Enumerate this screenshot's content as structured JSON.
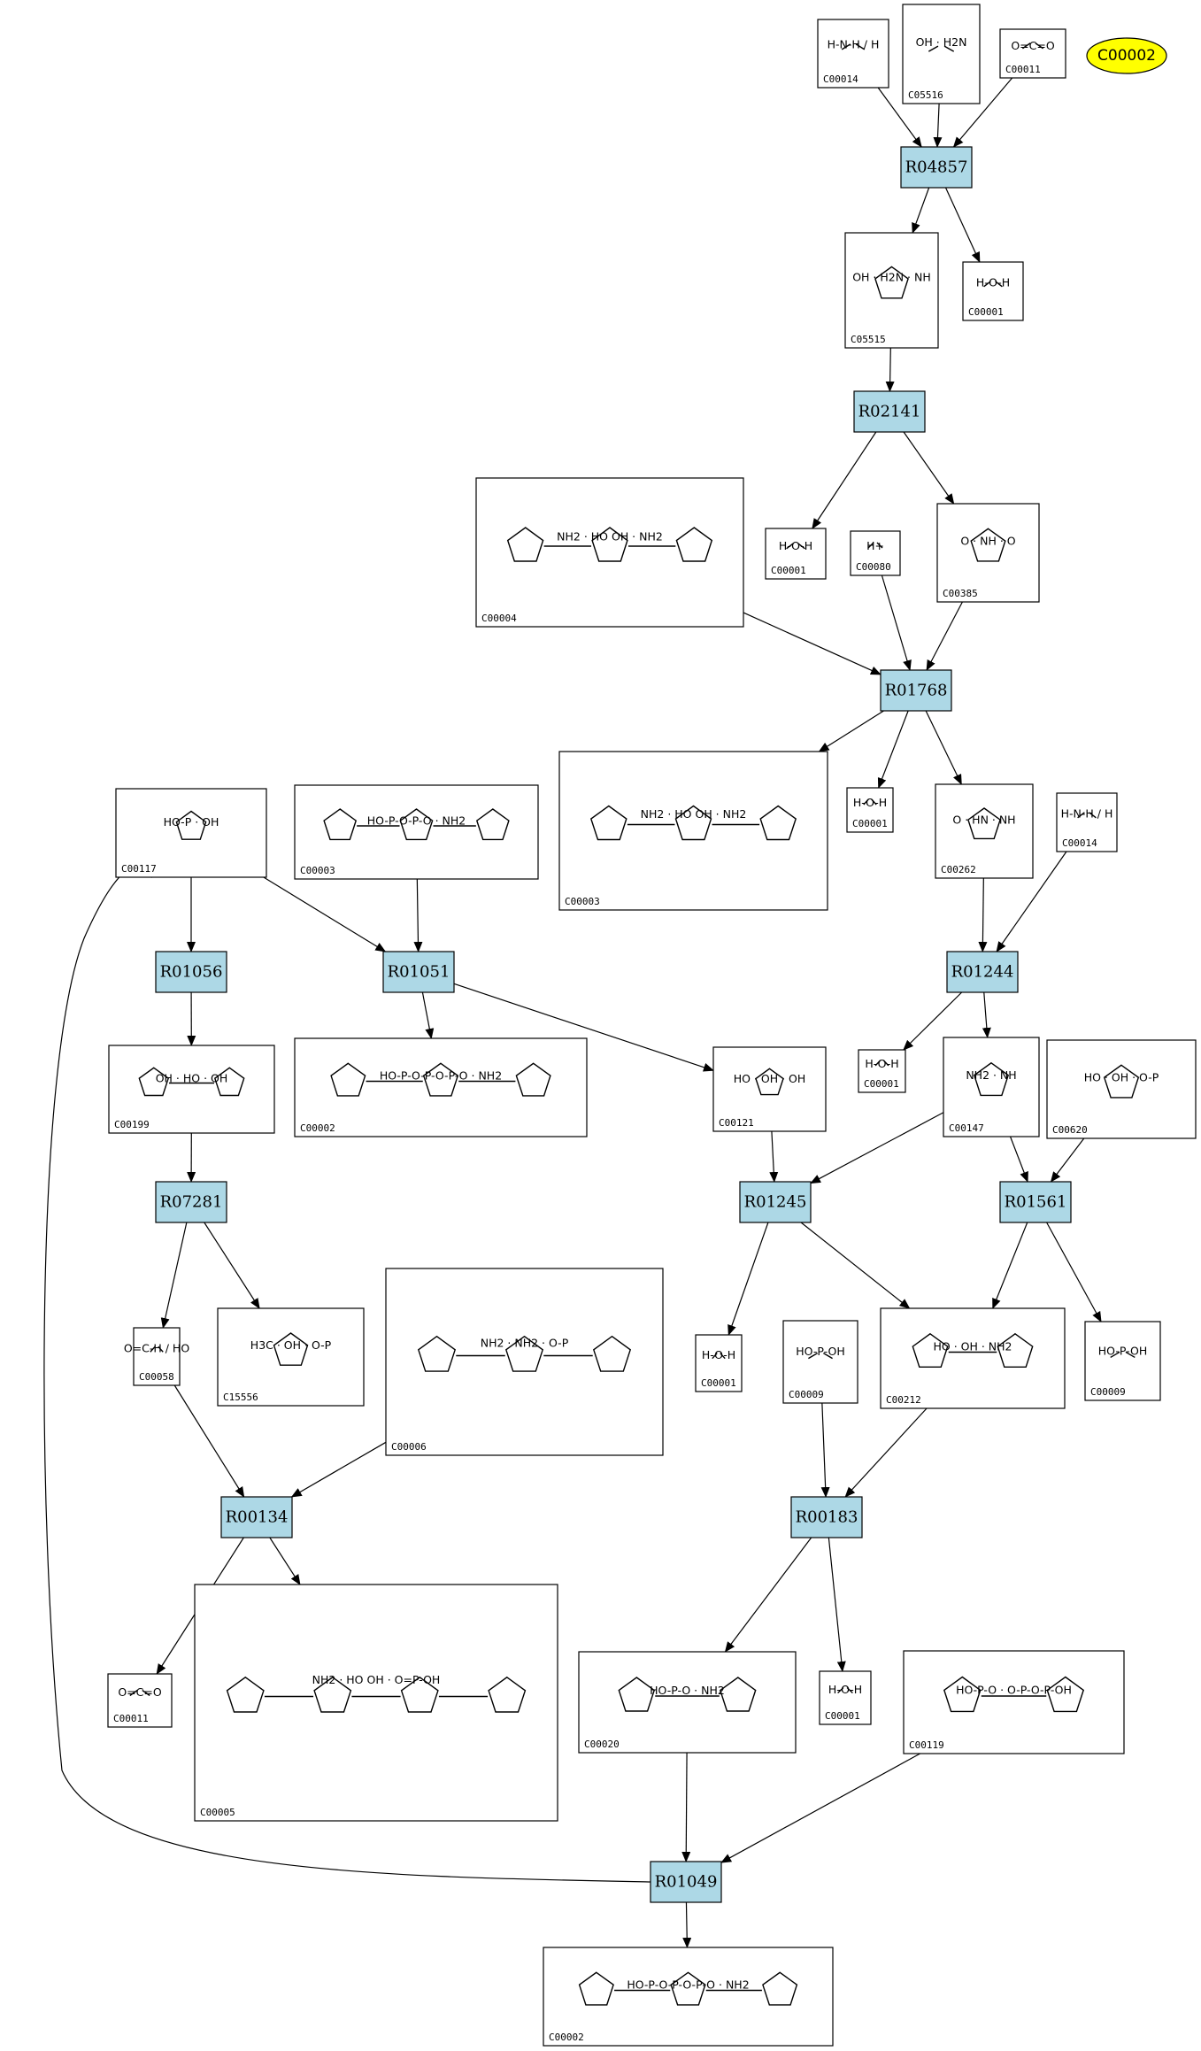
{
  "highlight": {
    "label": "C00002",
    "color": "#ffff00"
  },
  "colors": {
    "reaction_fill": "#add8e6",
    "edge": "#000000"
  },
  "reactions": [
    "R04857",
    "R02141",
    "R01768",
    "R01244",
    "R01056",
    "R01051",
    "R07281",
    "R01245",
    "R01561",
    "R00134",
    "R00183",
    "R01049"
  ],
  "compounds": [
    {
      "id": "C00014",
      "formula": "H-N-H / H"
    },
    {
      "id": "C05516",
      "formula": "OH · H2N"
    },
    {
      "id": "C00011",
      "formula": "O=C=O"
    },
    {
      "id": "C05515",
      "formula": "OH · H2N · NH"
    },
    {
      "id": "C00001",
      "formula": "H-O-H"
    },
    {
      "id": "C00004",
      "formula": "NH2 · HO OH · NH2"
    },
    {
      "id": "C00001",
      "formula": "H-O-H"
    },
    {
      "id": "C00080",
      "formula": "H+"
    },
    {
      "id": "C00385",
      "formula": "O · NH · O"
    },
    {
      "id": "C00117",
      "formula": "HO-P · OH"
    },
    {
      "id": "C00003",
      "formula": "HO-P-O-P-O · NH2"
    },
    {
      "id": "C00003",
      "formula": "NH2 · HO OH · NH2"
    },
    {
      "id": "C00001",
      "formula": "H-O-H"
    },
    {
      "id": "C00262",
      "formula": "O · HN · NH"
    },
    {
      "id": "C00014",
      "formula": "H-N-H / H"
    },
    {
      "id": "C00199",
      "formula": "OH · HO · OH"
    },
    {
      "id": "C00002",
      "formula": "HO-P-O-P-O-P-O · NH2"
    },
    {
      "id": "C00121",
      "formula": "HO · OH · OH"
    },
    {
      "id": "C00001",
      "formula": "H-O-H"
    },
    {
      "id": "C00147",
      "formula": "NH2 · NH"
    },
    {
      "id": "C00620",
      "formula": "HO · OH · O-P"
    },
    {
      "id": "C00058",
      "formula": "O=C-H / HO"
    },
    {
      "id": "C15556",
      "formula": "H3C · OH · O-P"
    },
    {
      "id": "C00006",
      "formula": "NH2 · NH2 · O-P"
    },
    {
      "id": "C00001",
      "formula": "H-O-H"
    },
    {
      "id": "C00009",
      "formula": "HO-P-OH"
    },
    {
      "id": "C00212",
      "formula": "HO · OH · NH2"
    },
    {
      "id": "C00009",
      "formula": "HO-P-OH"
    },
    {
      "id": "C00011",
      "formula": "O=C=O"
    },
    {
      "id": "C00005",
      "formula": "NH2 · HO OH · O=P-OH"
    },
    {
      "id": "C00020",
      "formula": "HO-P-O · NH2"
    },
    {
      "id": "C00001",
      "formula": "H-O-H"
    },
    {
      "id": "C00119",
      "formula": "HO-P-O · O-P-O-P-OH"
    },
    {
      "id": "C00002",
      "formula": "HO-P-O-P-O-P-O · NH2"
    }
  ]
}
